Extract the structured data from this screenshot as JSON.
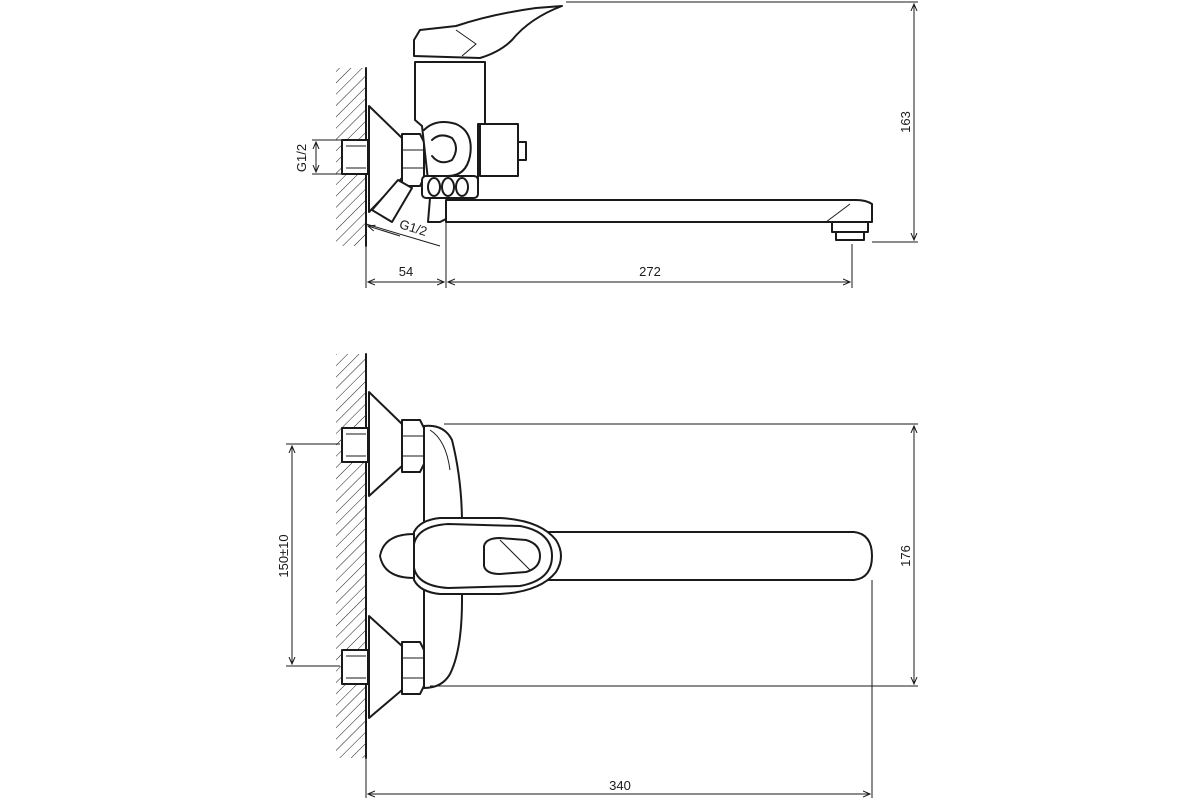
{
  "dimensions": {
    "side_height": "163",
    "side_wall_offset": "54",
    "side_spout_reach": "272",
    "connection_thread_vertical": "G1/2",
    "connection_thread_angled": "G1/2",
    "front_center_distance": "150±10",
    "front_height": "176",
    "front_total_reach": "340"
  },
  "colors": {
    "line": "#1a1a1a",
    "background": "#ffffff"
  }
}
